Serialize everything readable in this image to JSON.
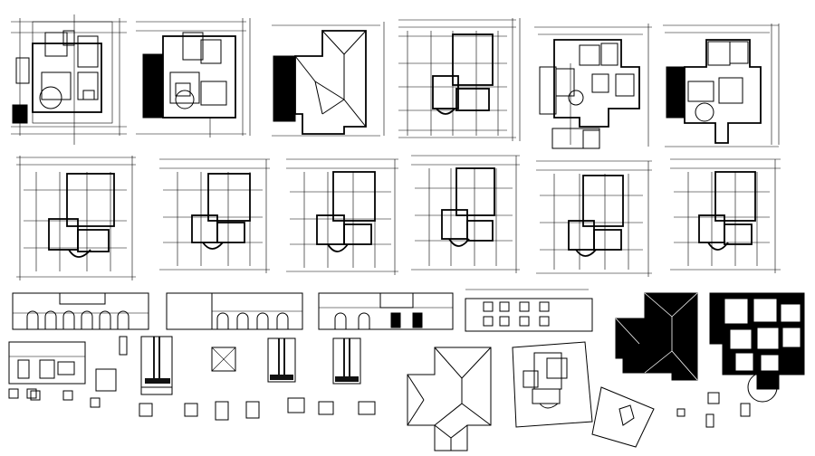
{
  "sheet": {
    "background": "#ffffff",
    "ink": "#000000",
    "description_visible_text": []
  },
  "drawing_groups": [
    {
      "name": "floor-plan",
      "count": 2
    },
    {
      "name": "roof-plan",
      "count": 3
    },
    {
      "name": "column-layout-plan",
      "count": 8
    },
    {
      "name": "furniture-plan",
      "count": 2
    },
    {
      "name": "elevation",
      "count": 4
    },
    {
      "name": "section-detail",
      "count": 5
    },
    {
      "name": "small-detail",
      "count": 14
    }
  ]
}
